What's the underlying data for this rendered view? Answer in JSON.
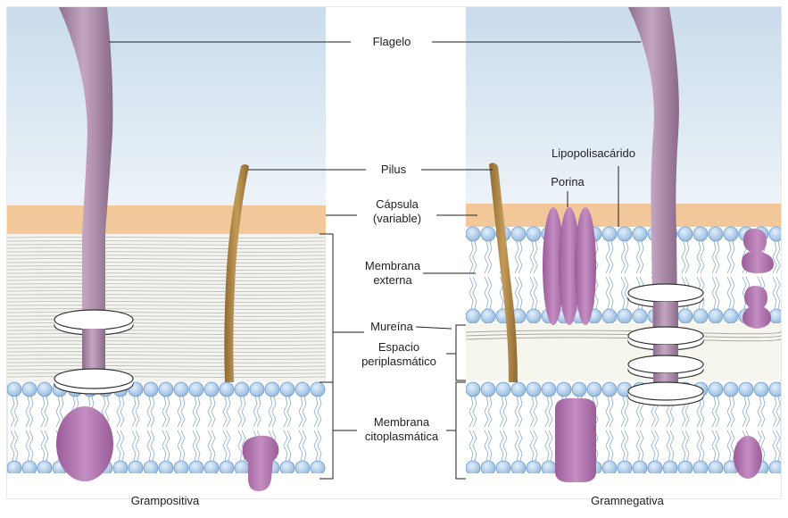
{
  "labels": {
    "flagelo": "Flagelo",
    "pilus": "Pilus",
    "capsula": "Cápsula",
    "capsula_variable": "(variable)",
    "membrana_externa_1": "Membrana",
    "membrana_externa_2": "externa",
    "mureina": "Mureína",
    "espacio_1": "Espacio",
    "espacio_2": "periplasmático",
    "citoplasmatica_1": "Membrana",
    "citoplasmatica_2": "citoplasmática",
    "lipopolisacarido": "Lipopolisacárido",
    "porina": "Porina",
    "grampositiva": "Grampositiva",
    "gramnegativa": "Gramnegativa"
  },
  "colors": {
    "sky_top": "#c9dcec",
    "sky_bottom": "#eaf2f8",
    "capsule": "#f2c79a",
    "peptidoglycan_bg": "#f3f3ef",
    "peptidoglycan_line": "#b9b9b5",
    "lipid_head": "#a9c8ea",
    "lipid_head_stroke": "#6f9cc9",
    "lipid_tail": "#8aa9c8",
    "protein": "#a96ba8",
    "protein_light": "#c693c5",
    "flagellum": "#a98aa6",
    "flagellum_light": "#c9aac6",
    "pilus": "#b08a4a",
    "ring_fill": "#ffffff",
    "ring_stroke": "#333333"
  }
}
